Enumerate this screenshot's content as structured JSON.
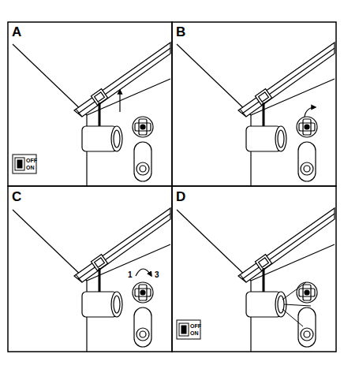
{
  "diagram": {
    "labels": [
      "A",
      "B",
      "C",
      "D",
      "1",
      "3",
      "OFF",
      "ON",
      "OFF",
      "ON"
    ]
  }
}
